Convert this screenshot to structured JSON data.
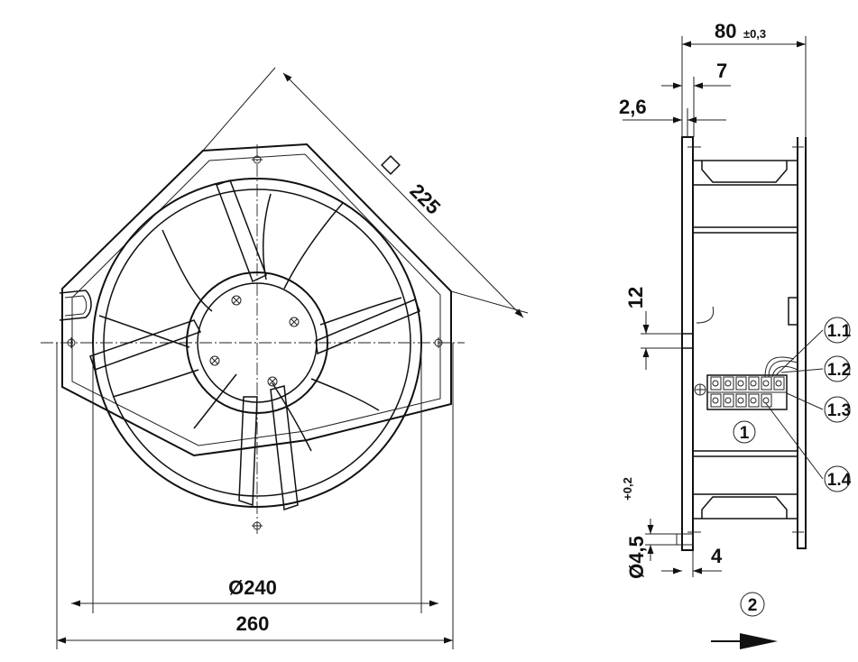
{
  "front_view": {
    "dim_square": "225",
    "dim_blade_diameter": "Ø240",
    "dim_housing_width": "260"
  },
  "side_view": {
    "dim_depth": "80",
    "dim_depth_tol": "±0,3",
    "dim_7": "7",
    "dim_2_6": "2,6",
    "dim_12": "12",
    "dim_hole": "Ø4,5",
    "dim_hole_tol": "+0,2",
    "dim_4": "4",
    "callout_1": "1",
    "callout_1_1": "1.1",
    "callout_1_2": "1.2",
    "callout_1_3": "1.3",
    "callout_1_4": "1.4",
    "callout_2": "2"
  },
  "icons": [
    "square-symbol-icon",
    "flow-arrow-icon",
    "ground-symbol-icon"
  ]
}
